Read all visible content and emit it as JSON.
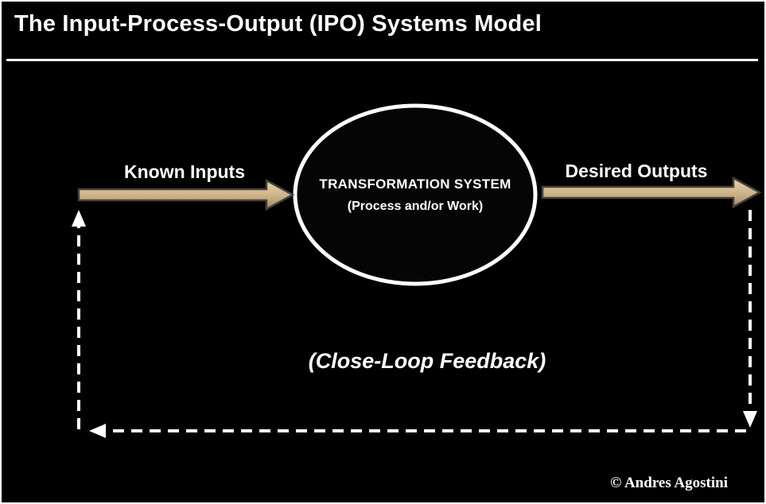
{
  "header": {
    "title": "The Input-Process-Output (IPO) Systems Model"
  },
  "diagram": {
    "input_arrow_label": "Known Inputs",
    "output_arrow_label": "Desired Outputs",
    "transformation": {
      "line1": "TRANSFORMATION SYSTEM",
      "line2": "(Process and/or Work)"
    },
    "feedback_label": "(Close-Loop Feedback)"
  },
  "footer": {
    "copyright": "© Andres Agostini"
  },
  "colors": {
    "background": "#000000",
    "text": "#ffffff",
    "arrow_fill_light": "#e8d4ac",
    "arrow_fill_dark": "#a38a61",
    "arrow_outline": "#45403a",
    "feedback_line": "#ffffff",
    "ellipse_stroke": "#ffffff"
  }
}
